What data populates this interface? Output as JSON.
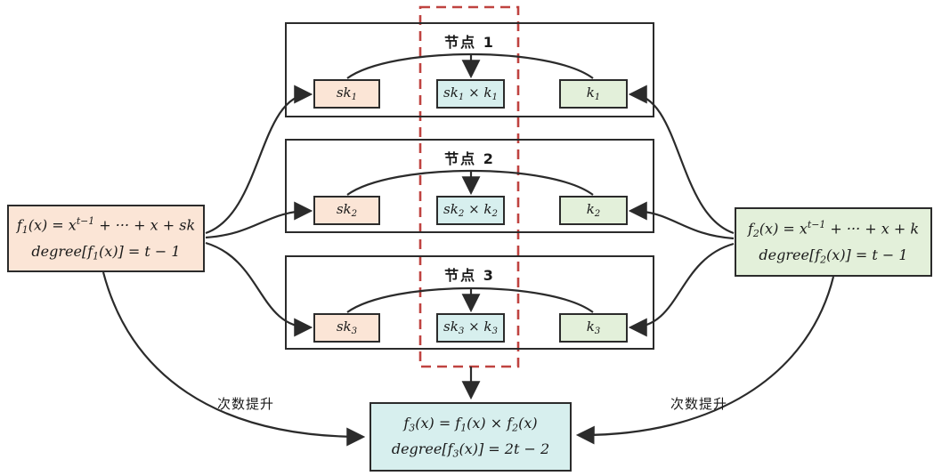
{
  "palette": {
    "line": "#2b2b2b",
    "dashed_red": "#bf4340",
    "peach": "#fbe5d6",
    "green": "#e3f0da",
    "cyan": "#d7efee",
    "background": "#ffffff"
  },
  "left_box": {
    "line1": [
      {
        "t": "f"
      },
      {
        "t": "1",
        "s": "sub"
      },
      {
        "t": "(x) = x"
      },
      {
        "t": "t−1",
        "s": "sup"
      },
      {
        "t": " + ··· + x + sk"
      }
    ],
    "line2": [
      {
        "t": "degree["
      },
      {
        "t": "f"
      },
      {
        "t": "1",
        "s": "sub"
      },
      {
        "t": "(x)] = t − 1"
      }
    ]
  },
  "right_box": {
    "line1": [
      {
        "t": "f"
      },
      {
        "t": "2",
        "s": "sub"
      },
      {
        "t": "(x) = x"
      },
      {
        "t": "t−1",
        "s": "sup"
      },
      {
        "t": " + ··· + x + k"
      }
    ],
    "line2": [
      {
        "t": "degree["
      },
      {
        "t": "f"
      },
      {
        "t": "2",
        "s": "sub"
      },
      {
        "t": "(x)] = t − 1"
      }
    ]
  },
  "bottom_box": {
    "line1": [
      {
        "t": "f"
      },
      {
        "t": "3",
        "s": "sub"
      },
      {
        "t": "(x) = f"
      },
      {
        "t": "1",
        "s": "sub"
      },
      {
        "t": "(x) × f"
      },
      {
        "t": "2",
        "s": "sub"
      },
      {
        "t": "(x)"
      }
    ],
    "line2": [
      {
        "t": "degree["
      },
      {
        "t": "f"
      },
      {
        "t": "3",
        "s": "sub"
      },
      {
        "t": "(x)] = 2t − 2"
      }
    ]
  },
  "nodes": [
    {
      "title": "节点 1",
      "sk": [
        {
          "t": "sk"
        },
        {
          "t": "1",
          "s": "sub"
        }
      ],
      "product": [
        {
          "t": "sk"
        },
        {
          "t": "1",
          "s": "sub"
        },
        {
          "t": " × k"
        },
        {
          "t": "1",
          "s": "sub"
        }
      ],
      "k": [
        {
          "t": "k"
        },
        {
          "t": "1",
          "s": "sub"
        }
      ]
    },
    {
      "title": "节点 2",
      "sk": [
        {
          "t": "sk"
        },
        {
          "t": "2",
          "s": "sub"
        }
      ],
      "product": [
        {
          "t": "sk"
        },
        {
          "t": "2",
          "s": "sub"
        },
        {
          "t": " × k"
        },
        {
          "t": "2",
          "s": "sub"
        }
      ],
      "k": [
        {
          "t": "k"
        },
        {
          "t": "2",
          "s": "sub"
        }
      ]
    },
    {
      "title": "节点 3",
      "sk": [
        {
          "t": "sk"
        },
        {
          "t": "3",
          "s": "sub"
        }
      ],
      "product": [
        {
          "t": "sk"
        },
        {
          "t": "3",
          "s": "sub"
        },
        {
          "t": " × k"
        },
        {
          "t": "3",
          "s": "sub"
        }
      ],
      "k": [
        {
          "t": "k"
        },
        {
          "t": "3",
          "s": "sub"
        }
      ]
    }
  ],
  "labels": {
    "lift_left": "次数提升",
    "lift_right": "次数提升"
  }
}
